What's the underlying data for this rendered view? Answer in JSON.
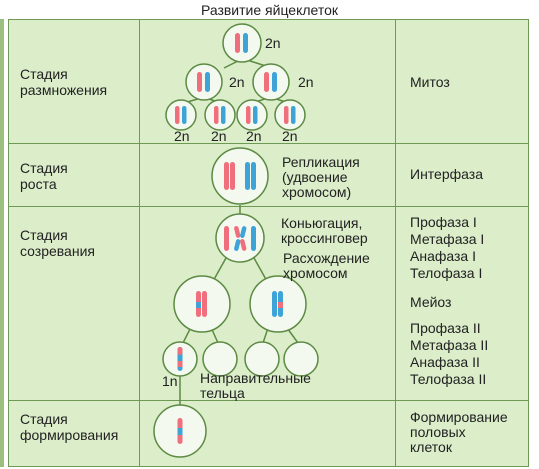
{
  "title": "Развитие яйцеклеток",
  "stages": {
    "reproduction": "Стадия\nразмножения",
    "growth": "Стадия\nроста",
    "maturation": "Стадия\nсозревания",
    "formation": "Стадия\nформирования"
  },
  "phases": {
    "mitosis": "Митоз",
    "interphase": "Интерфаза",
    "meiosis_one": [
      "Профаза I",
      "Метафаза I",
      "Анафаза I",
      "Телофаза I"
    ],
    "meiosis": "Мейоз",
    "meiosis_two": [
      "Профаза II",
      "Метафаза II",
      "Анафаза II",
      "Телофаза II"
    ],
    "formation": "Формирование\nполовых\nклеток"
  },
  "notes": {
    "replication": "Репликация\n(удвоение\nхромосом)",
    "conjugation": "Коньюгация,\nкроссинговер",
    "divergence": "Расхождение\nхромосом",
    "polar_bodies": "Направительные\nтельца"
  },
  "ploidy": {
    "top": "2n",
    "mid_left": "2n",
    "mid_right": "2n",
    "bottom": [
      "2n",
      "2n",
      "2n",
      "2n"
    ],
    "haploid": "1n"
  },
  "colors": {
    "table_fill": "#dbedc9",
    "border": "#6f9a55",
    "cell_fill": "#f3f9ee",
    "chromosome_red": "#ef6f7c",
    "chromosome_blue": "#3ea4d8"
  }
}
